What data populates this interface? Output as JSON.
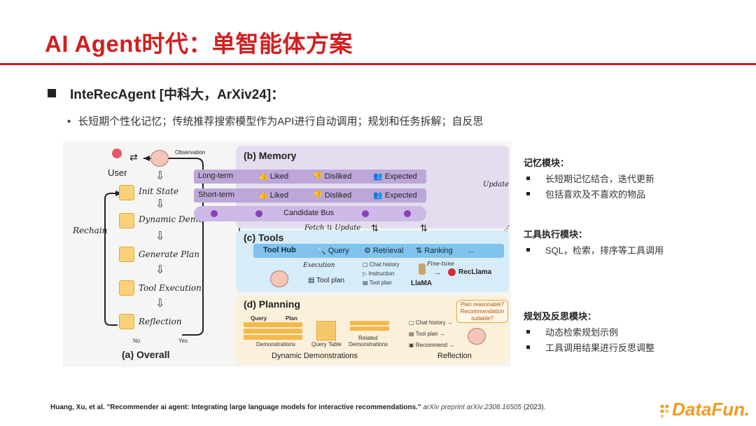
{
  "title": "AI Agent时代：单智能体方案",
  "main_bullet": "InteRecAgent [中科大，ArXiv24]：",
  "sub_bullet": "长短期个性化记忆；传统推荐搜索模型作为API进行自动调用；规划和任务拆解；自反思",
  "figure": {
    "overall": {
      "caption": "(a) Overall",
      "user": "User",
      "observation": "Observation",
      "rechain": "Rechain",
      "steps": [
        "Init State",
        "Dynamic Demo",
        "Generate Plan",
        "Tool Execution",
        "Reflection"
      ],
      "no": "No",
      "yes": "Yes"
    },
    "memory": {
      "title": "(b) Memory",
      "long_term": "Long-term",
      "short_term": "Short-term",
      "liked": "Liked",
      "disliked": "Disliked",
      "expected": "Expected",
      "update": "Update",
      "candidate_bus": "Candidate Bus"
    },
    "tools": {
      "title": "(c) Tools",
      "fetch": "Fetch",
      "update": "Update",
      "tool_hub": "Tool Hub",
      "query": "Query",
      "retrieval": "Retrieval",
      "ranking": "Ranking",
      "ellipsis": "...",
      "execution": "Execution",
      "tool_plan": "Tool plan",
      "chat_history": "Chat history",
      "instruction": "Instruction",
      "tool_plan_small": "Tool plan",
      "fine_tune": "Fine-tune",
      "llama": "LlaMA",
      "reclama": "RecLlama"
    },
    "planning": {
      "title": "(d) Planning",
      "query": "Query",
      "plan": "Plan",
      "demonstrations": "Demonstrations",
      "query_table": "Query Table",
      "related_line1": "Related",
      "related_line2": "Demonstrations",
      "dynamic_demos": "Dynamic Demonstrations",
      "chat_history": "Chat history",
      "tool_plan": "Tool plan",
      "recommend": "Recommend",
      "reflection": "Reflection",
      "bubble_l1": "Plan reasonable?",
      "bubble_l2": "Recommendation",
      "bubble_l3": "suitable?"
    }
  },
  "right_panel": {
    "memory_head": "记忆模块：",
    "memory_items": [
      "长短期记忆结合，迭代更新",
      "包括喜欢及不喜欢的物品"
    ],
    "tool_head": "工具执行模块：",
    "tool_items": [
      "SQL，检索，排序等工具调用"
    ],
    "plan_head": "规划及反思模块：",
    "plan_items": [
      "动态检索规划示例",
      "工具调用结果进行反思调整"
    ]
  },
  "reference": {
    "authors_title": "Huang, Xu, et al. \"Recommender ai agent: Integrating large language models for interactive recommendations.\"",
    "venue": "arXiv preprint arXiv:2308.16505",
    "year": "(2023)."
  },
  "logo": "DataFun.",
  "colors": {
    "accent": "#d21f1f",
    "logo": "#f29a1f"
  }
}
